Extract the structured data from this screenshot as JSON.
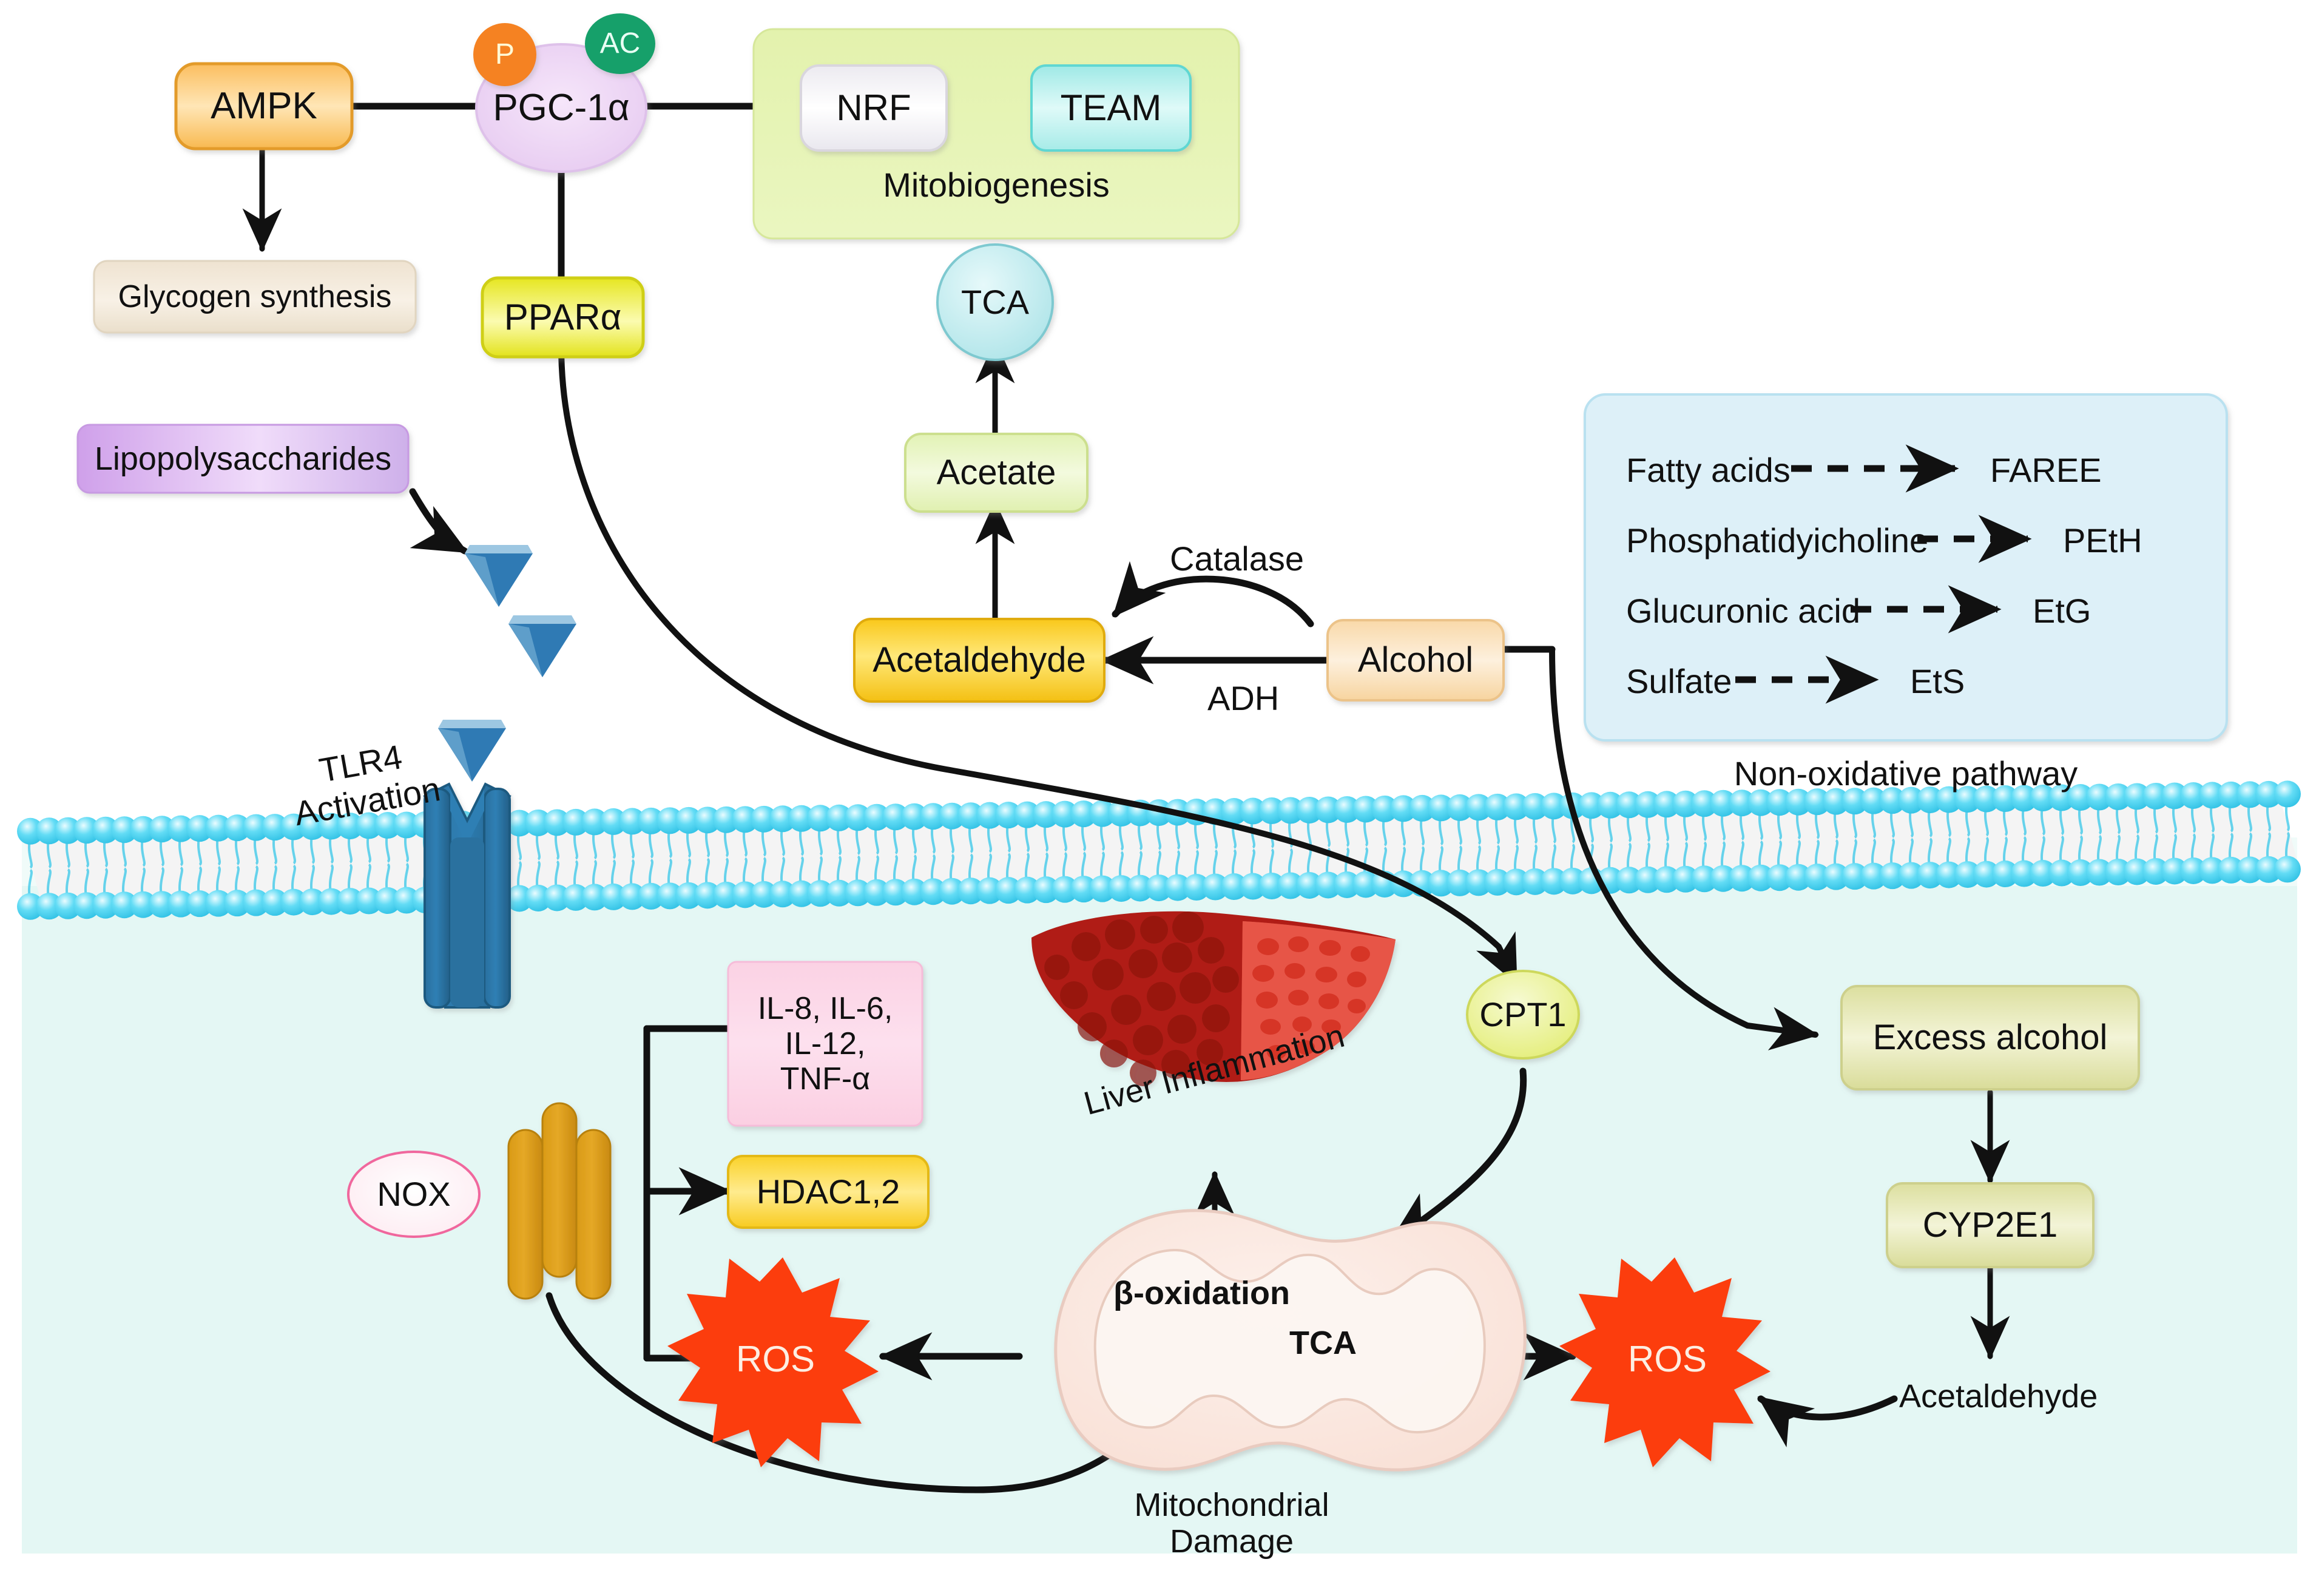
{
  "diagram": {
    "title": "Alcohol metabolism and liver injury signalling pathway",
    "compartments": {
      "extracellular_label": "",
      "cytoplasm_color": "#e4f7f4",
      "membrane_color": "#4fd3ef"
    }
  },
  "nodes": {
    "ampk": "AMPK",
    "pgc1a": "PGC-1α",
    "p_mod": "P",
    "ac_mod": "AC",
    "glycogen": "Glycogen synthesis",
    "ppara": "PPARα",
    "nrf": "NRF",
    "team": "TEAM",
    "mitobiogenesis": "Mitobiogenesis",
    "tca_circle": "TCA",
    "acetate": "Acetate",
    "acetaldehyde": "Acetaldehyde",
    "alcohol": "Alcohol",
    "catalase": "Catalase",
    "adh": "ADH",
    "lps": "Lipopolysaccharides",
    "tlr4": "TLR4\nActivation",
    "cytokines": "IL-8, IL-6,\nIL-12,\nTNF-α",
    "hdac": "HDAC1,2",
    "nox": "NOX",
    "ros_left": "ROS",
    "ros_right": "ROS",
    "liver_inflammation": "Liver Inflammation",
    "beta_oxidation": "β-oxidation",
    "tca_mito": "TCA",
    "mito_damage": "Mitochondrial\nDamage",
    "cpt1": "CPT1",
    "excess_alcohol": "Excess alcohol",
    "cyp2e1": "CYP2E1",
    "acetaldehyde_bottom": "Acetaldehyde"
  },
  "non_oxidative": {
    "caption": "Non-oxidative pathway",
    "rows": [
      {
        "substrate": "Fatty acids",
        "product": "FAREE"
      },
      {
        "substrate": "Phosphatidyicholine",
        "product": "PEtH"
      },
      {
        "substrate": "Glucuronic acid",
        "product": "EtG"
      },
      {
        "substrate": "Sulfate",
        "product": "EtS"
      }
    ]
  },
  "colors": {
    "ampk_fill": "#fcc46b",
    "ampk_stroke": "#e8a23c",
    "pgc1a_fill": "#edd2f2",
    "pgc1a_stroke": "#d8b4e2",
    "p_fill": "#f58220",
    "ac_fill": "#16a06a",
    "glycogen_fill": "#f2e7d6",
    "ppara_fill": "#ebeb2e",
    "ppara_stroke": "#cfcf14",
    "mitobox_fill": "#e4f2b0",
    "nrf_fill": "#f7f7fa",
    "team_fill": "#bdf2ef",
    "tca_fill": "#c8eef0",
    "acetate_fill": "#eaf5c2",
    "acetaldehyde_fill": "#fbd533",
    "alcohol_fill": "#fbdcae",
    "lps_fill": "#d9aeee",
    "nonox_fill": "#ddf0f8",
    "cytokine_fill": "#fbd2e4",
    "hdac_fill": "#fbd837",
    "nox_fill": "#fdeef3",
    "nox_stroke": "#f18fb4",
    "ros_fill": "#fc3d0a",
    "ros_text": "#fdeee2",
    "cpt1_fill": "#e9f07f",
    "excess_fill": "#e0e3a8",
    "mito_fill": "#fbe4dc",
    "membrane": "#4fd3ef",
    "cytoplasm": "#e4f7f4"
  }
}
